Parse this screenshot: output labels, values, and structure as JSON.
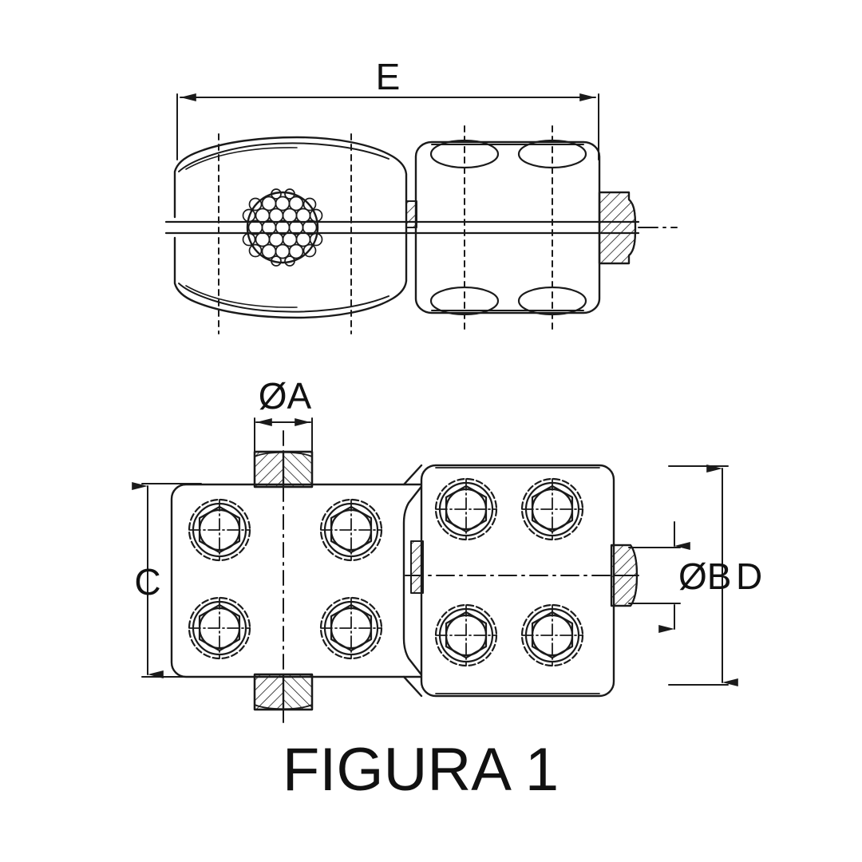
{
  "figure": {
    "caption": "FIGURA 1",
    "kind": "engineering-drawing",
    "background_color": "#ffffff",
    "line_color": "#1a1a1a"
  },
  "dimensions": {
    "overall_length": "E",
    "pin_diameter": "ØA",
    "stud_diameter": "ØB",
    "body_width": "C",
    "overall_width": "D"
  },
  "views": {
    "elevation": {
      "name": "side-elevation-view",
      "features": [
        "cable-saddle",
        "stranded-cable-cross-section",
        "bolt-heads-side",
        "terminal-stud"
      ]
    },
    "plan": {
      "name": "plan-view",
      "features": [
        "cable-clamp-body",
        "terminal-pad-body",
        "hex-bolts",
        "sectioned-pin",
        "terminal-stud"
      ]
    }
  },
  "labels": {
    "e": "E",
    "oa": "ØA",
    "c": "C",
    "ob": "ØB",
    "d": "D",
    "caption": "FIGURA 1"
  }
}
